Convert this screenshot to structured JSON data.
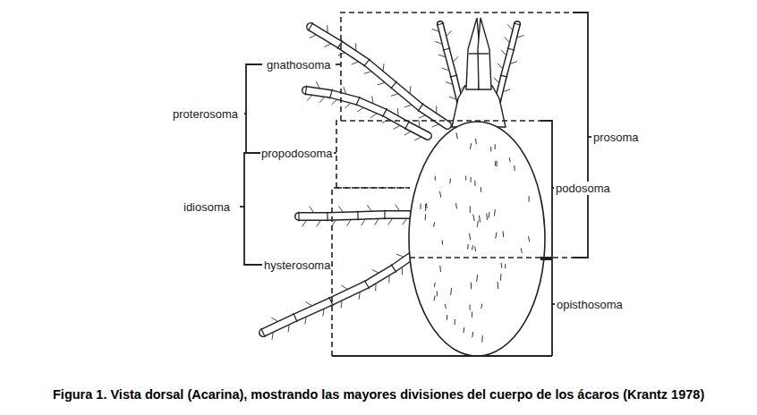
{
  "diagram": {
    "caption": "Figura 1. Vista dorsal (Acarina), mostrando las mayores divisiones del cuerpo de los ácaros (Krantz 1978)",
    "labels": [
      "gnathosoma",
      "proterosoma",
      "propodosoma",
      "idiosoma",
      "hysterosoma",
      "prosoma",
      "podosoma",
      "opisthosoma"
    ]
  }
}
